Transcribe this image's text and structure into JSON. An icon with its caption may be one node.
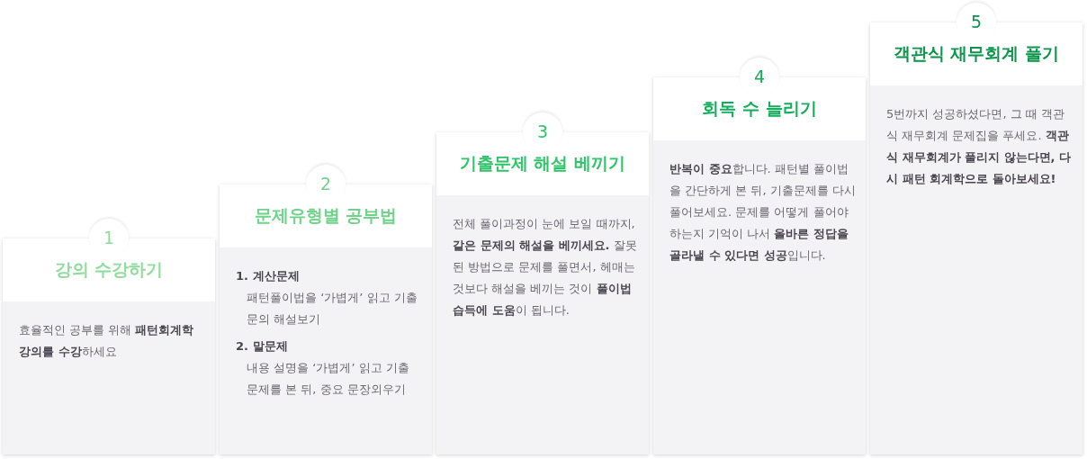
{
  "diagram": {
    "nodes": [
      {
        "text": [
          "1",
          "강의 수강하기",
          "효율적인 공부를 위해 **패턴회계학 강의를 수강**하세요"
        ]
      },
      {
        "text": [
          "2",
          "문제유형별 공부법",
          "1. 계산문제",
          "패턴풀이법을 ‘가볍게’ 읽고 기출문의 해설보기",
          "2. 말문제",
          "내용 설명을 ‘가볍게’ 읽고 기출 문제를 본 뒤, 중요 문장외우기"
        ]
      },
      {
        "text": [
          "3",
          "기출문제 해설 베끼기",
          "전체 풀이과정이 눈에 보일 때까지, **같은 문제의 해설을 베끼세요.** 잘못된 방법으로 문제를 풀면서, 헤매는 것보다 해설을 베끼는 것이 **풀이법 습득에 도움**이 됩니다."
        ]
      },
      {
        "text": [
          "4",
          "회독 수 늘리기",
          "**반복이 중요**합니다. 패턴별 풀이법을 간단하게 본 뒤, 기출문제를 다시 풀어보세요. 문제를 어떻게 풀어야 하는지 기억이 나서 **올바른 정답을 골라낼 수 있다면 성공**입니다."
        ]
      },
      {
        "text": [
          "5",
          "객관식 재무회계 풀기",
          "5번까지 성공하셨다면, 그 때 객관식 재무회계 문제집을 푸세요. **객관식 재무회계가 풀리지 않는다면, 다시 패턴 회계학으로 돌아보세요!**"
        ]
      }
    ]
  }
}
